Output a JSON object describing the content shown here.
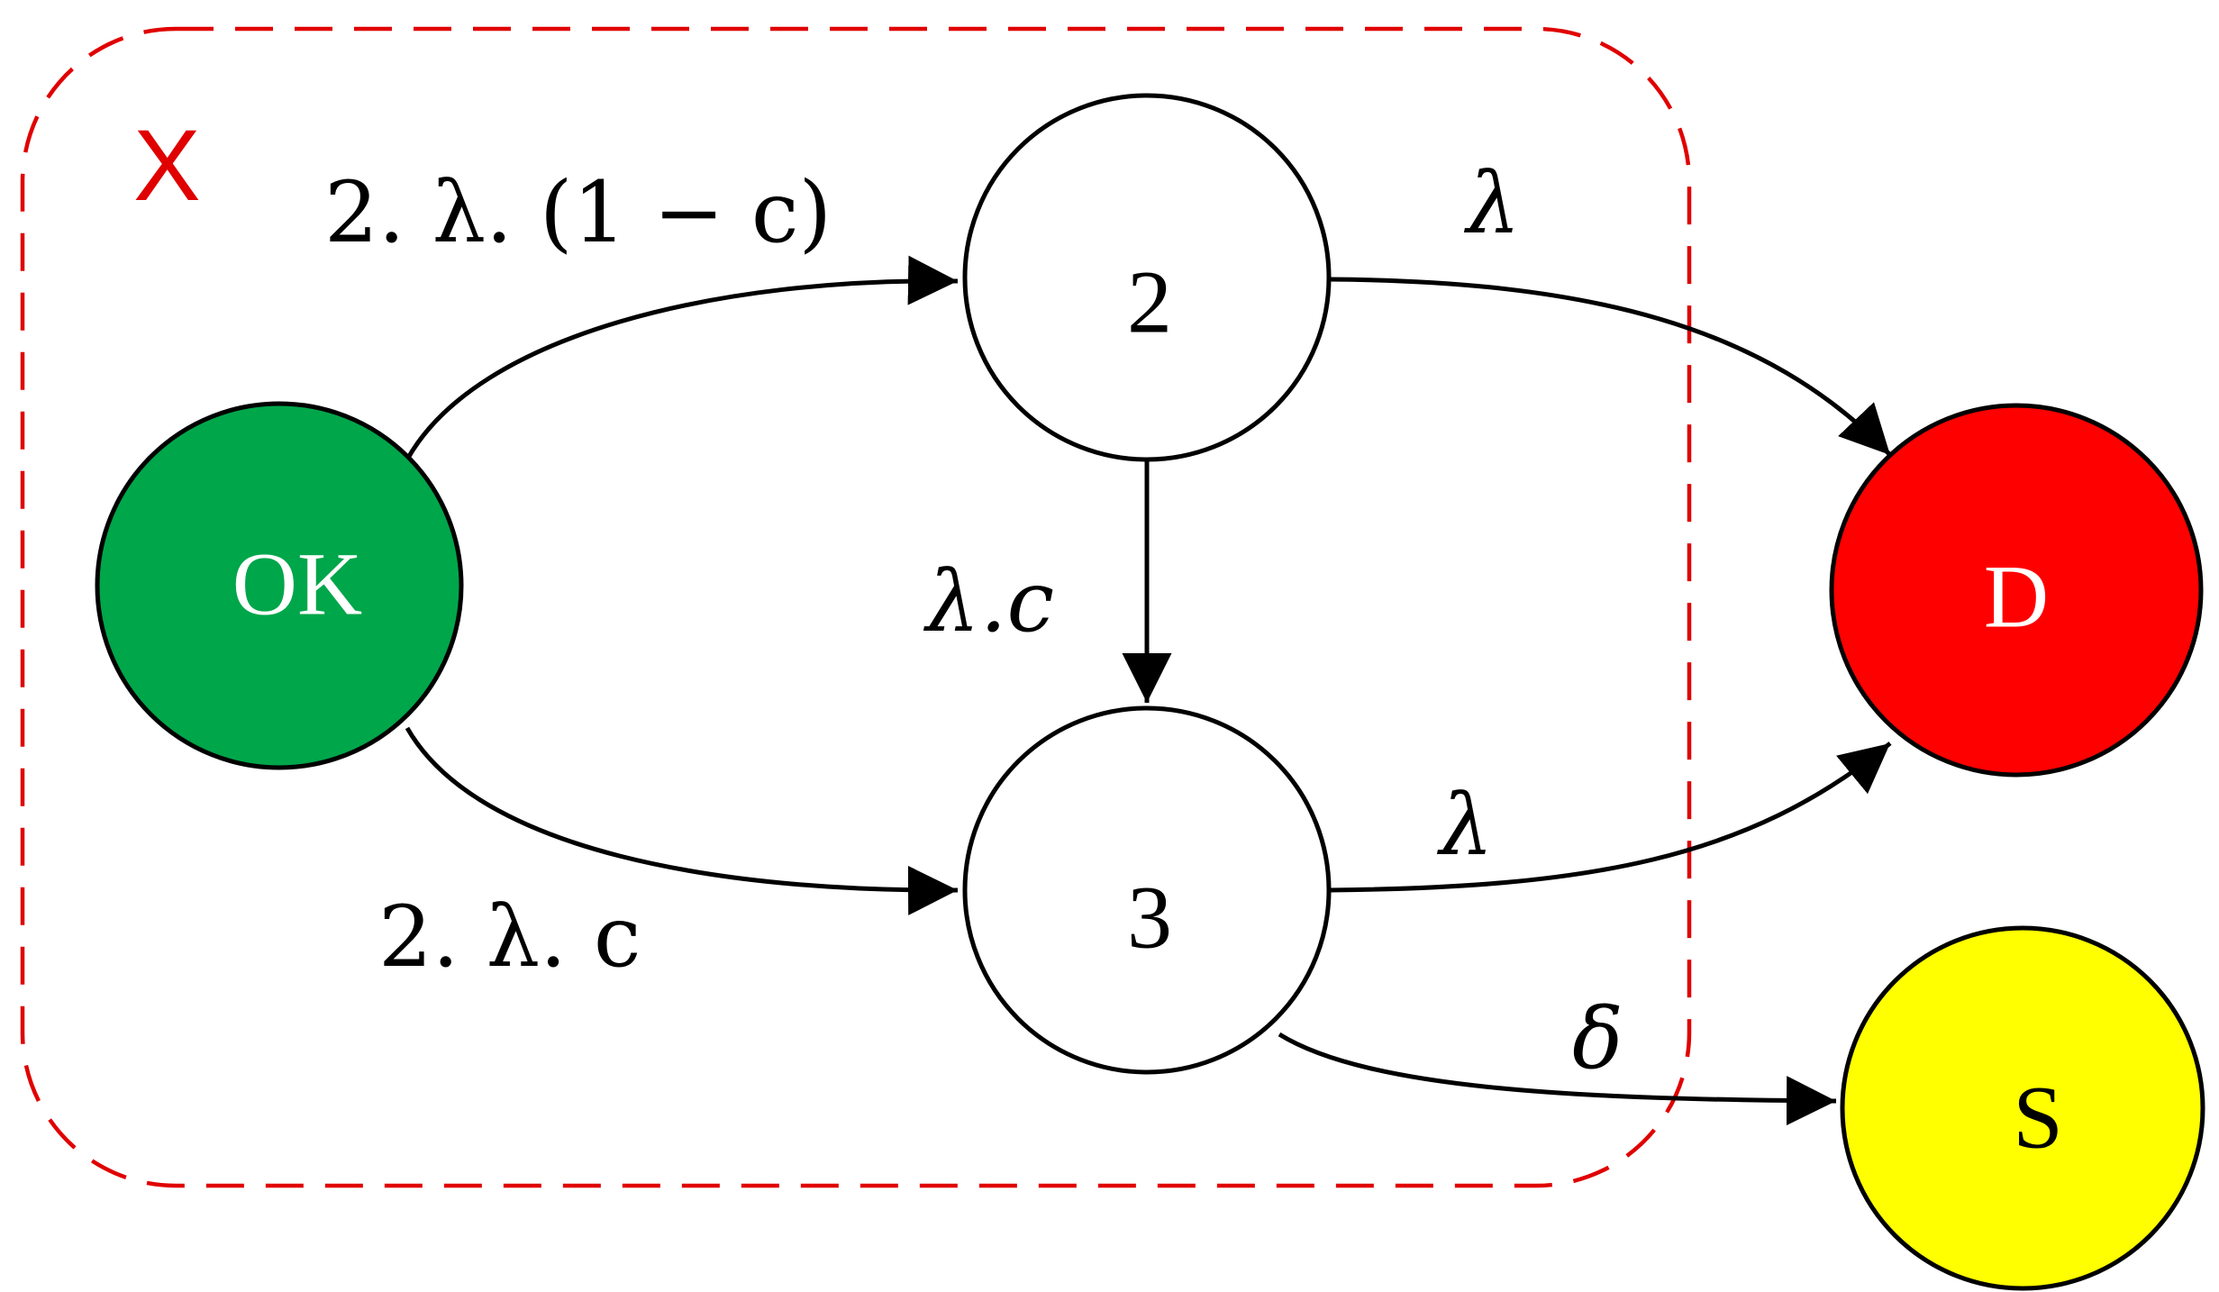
{
  "boundary": {
    "label": "X",
    "color": "#e00000"
  },
  "nodes": {
    "ok": {
      "label": "OK",
      "fill": "#00a64a",
      "text_color": "#ffffff"
    },
    "n2": {
      "label": "2",
      "fill": "#ffffff",
      "text_color": "#000000"
    },
    "n3": {
      "label": "3",
      "fill": "#ffffff",
      "text_color": "#000000"
    },
    "d": {
      "label": "D",
      "fill": "#ff0000",
      "text_color": "#ffffff"
    },
    "s": {
      "label": "S",
      "fill": "#ffff00",
      "text_color": "#000000"
    }
  },
  "edges": {
    "ok_to_2": {
      "label": "2. λ. (1 − c)"
    },
    "ok_to_3": {
      "label": "2. λ. c"
    },
    "n2_to_3": {
      "label": "λ.c"
    },
    "n2_to_d": {
      "label": "λ"
    },
    "n3_to_d": {
      "label": "λ"
    },
    "n3_to_s": {
      "label": "δ"
    }
  }
}
